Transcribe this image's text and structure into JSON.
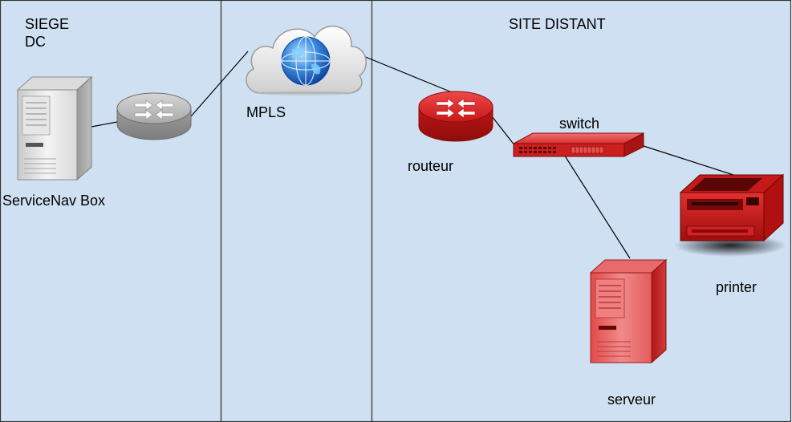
{
  "zones": {
    "hq": {
      "title_line1": "SIEGE",
      "title_line2": "DC"
    },
    "wan": {
      "label": "MPLS"
    },
    "remote": {
      "title": "SITE DISTANT"
    }
  },
  "nodes": {
    "hq_server": {
      "label": "ServiceNav Box",
      "icon": "server-tower-icon"
    },
    "hq_router": {
      "label": "",
      "icon": "router-icon"
    },
    "cloud": {
      "label": "MPLS",
      "icon": "cloud-globe-icon"
    },
    "remote_router": {
      "label": "routeur",
      "icon": "router-icon"
    },
    "switch": {
      "label": "switch",
      "icon": "network-switch-icon"
    },
    "printer": {
      "label": "printer",
      "icon": "printer-icon"
    },
    "remote_server": {
      "label": "serveur",
      "icon": "server-tower-icon"
    }
  },
  "colors": {
    "zone_fill": "#cfe0f2",
    "zone_border": "#333333",
    "gray_device": "#bdbdbd",
    "red_device": "#e02020",
    "link": "#000000"
  }
}
